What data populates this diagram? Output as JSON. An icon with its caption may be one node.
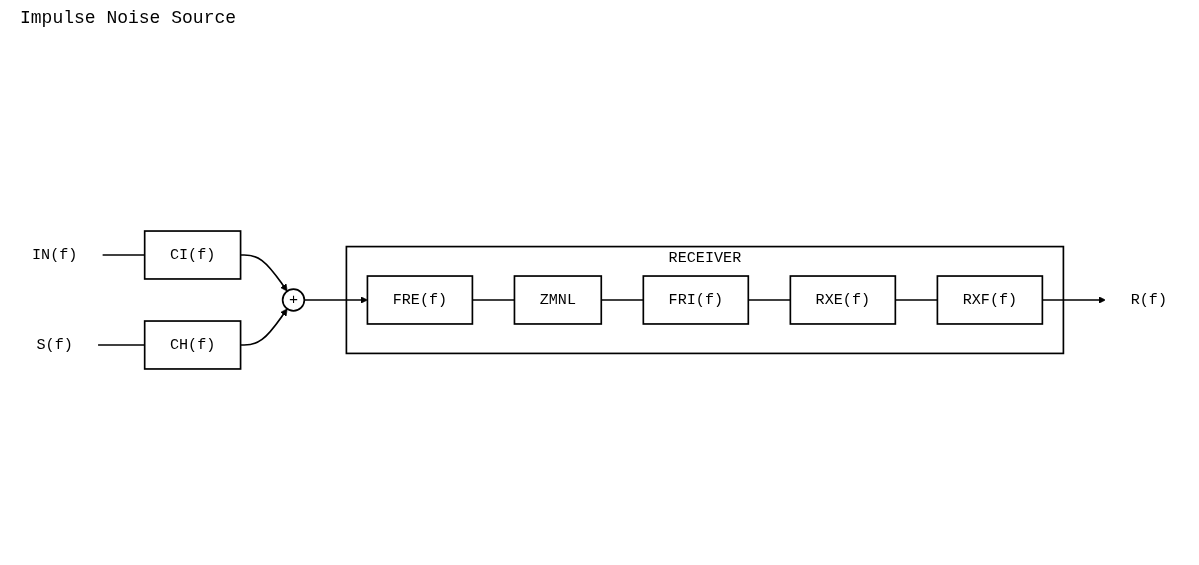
{
  "diagram": {
    "nodes": [
      {
        "text": [
          "IN(f)"
        ]
      },
      {
        "text": [
          "CI(f)"
        ]
      },
      {
        "text": [
          "S(f)"
        ]
      },
      {
        "text": [
          "CH(f)"
        ]
      },
      {
        "text": [
          "+"
        ]
      },
      {
        "text": [
          "RECEIVER"
        ]
      },
      {
        "text": [
          "FRE(f)"
        ],
        "in": 5
      },
      {
        "text": [
          "ZMNL"
        ],
        "in": 5
      },
      {
        "text": [
          "FRI(f)"
        ],
        "in": 5
      },
      {
        "text": [
          "RXE(f)"
        ],
        "in": 5
      },
      {
        "text": [
          "RXF(f)"
        ],
        "in": 5
      },
      {
        "text": [
          "R(f)"
        ]
      }
    ],
    "edges": [
      {
        "from": 0,
        "to": 1,
        "arrow": "none"
      },
      {
        "from": 1,
        "to": 4,
        "arrow": "to"
      },
      {
        "from": 2,
        "to": 3,
        "arrow": "none"
      },
      {
        "from": 3,
        "to": 4,
        "arrow": "to"
      },
      {
        "from": 4,
        "to": 6,
        "arrow": "to"
      },
      {
        "from": 6,
        "to": 7,
        "arrow": "none"
      },
      {
        "from": 7,
        "to": 8,
        "arrow": "none"
      },
      {
        "from": 8,
        "to": 9,
        "arrow": "none"
      },
      {
        "from": 9,
        "to": 10,
        "arrow": "none"
      },
      {
        "from": 10,
        "to": 11,
        "arrow": "to"
      }
    ],
    "labels": [
      "Impulse Noise Source"
    ]
  }
}
